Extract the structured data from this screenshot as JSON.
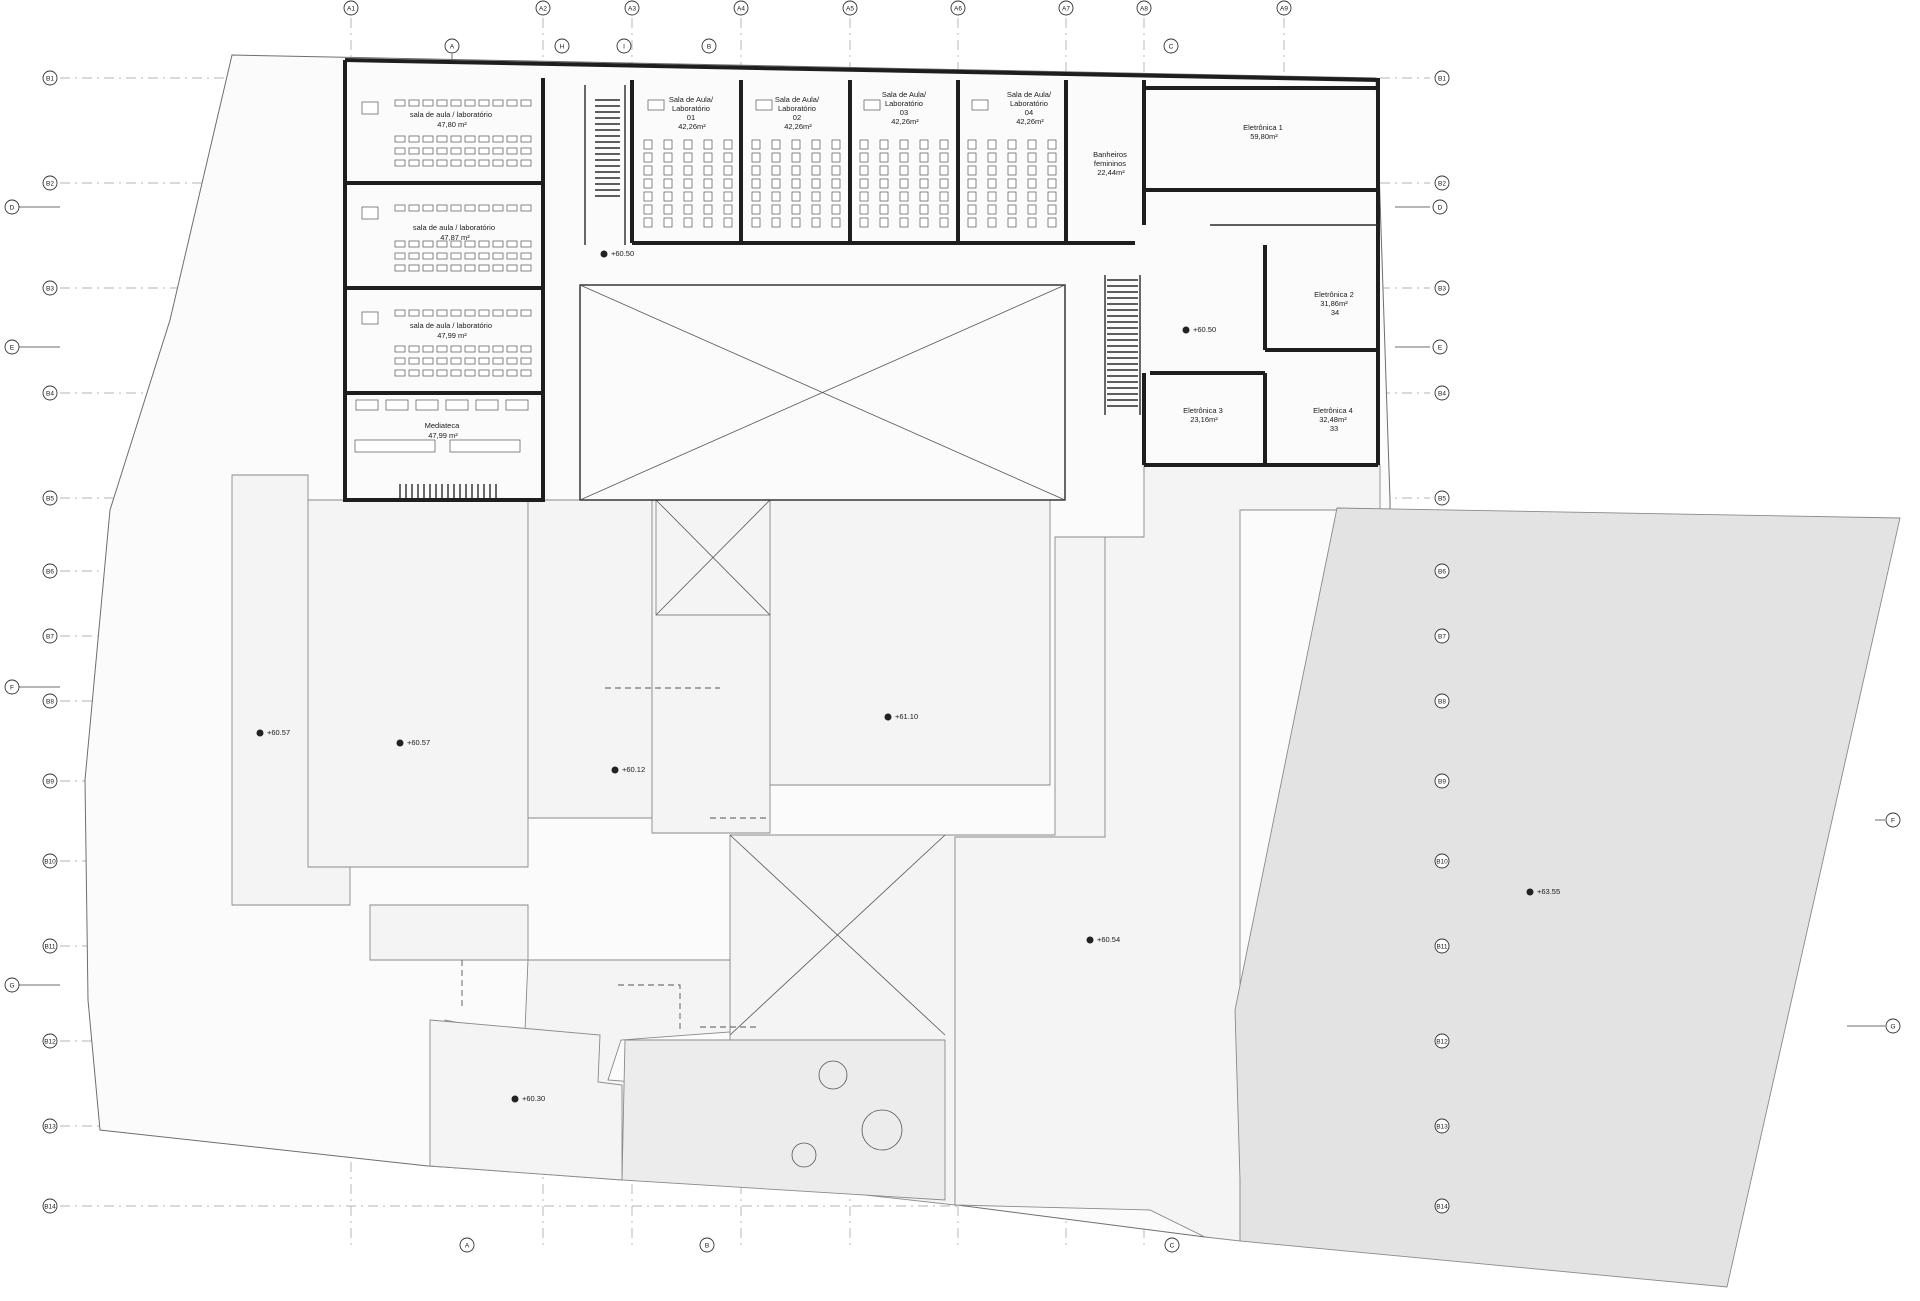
{
  "drawing": {
    "rooms": [
      {
        "id": "sala-aula-lab-1",
        "lines": [
          "sala de aula / laboratório",
          "47,80 m²"
        ]
      },
      {
        "id": "sala-aula-lab-2",
        "lines": [
          "sala de aula / laboratório",
          "47,87 m²"
        ]
      },
      {
        "id": "sala-aula-lab-3",
        "lines": [
          "sala de aula / laboratório",
          "47,99 m²"
        ]
      },
      {
        "id": "mediateca",
        "lines": [
          "Mediateca",
          "47,99 m²"
        ]
      },
      {
        "id": "sala-aula-01",
        "lines": [
          "Sala de Aula/",
          "Laboratório",
          "01",
          "42,26m²"
        ]
      },
      {
        "id": "sala-aula-02",
        "lines": [
          "Sala de Aula/",
          "Laboratório",
          "02",
          "42,26m²"
        ]
      },
      {
        "id": "sala-aula-03",
        "lines": [
          "Sala de Aula/",
          "Laboratório",
          "03",
          "42,26m²"
        ]
      },
      {
        "id": "sala-aula-04",
        "lines": [
          "Sala de Aula/",
          "Laboratório",
          "04",
          "42,26m²"
        ]
      },
      {
        "id": "banheiros",
        "lines": [
          "Banheiros",
          "femininos",
          "22,44m²"
        ]
      },
      {
        "id": "eletronica-1",
        "lines": [
          "Eletrônica 1",
          "59,80m²"
        ]
      },
      {
        "id": "eletronica-2",
        "lines": [
          "Eletrônica 2",
          "31,86m²",
          "34"
        ]
      },
      {
        "id": "eletronica-3",
        "lines": [
          "Eletrônica 3",
          "23,16m²"
        ]
      },
      {
        "id": "eletronica-4",
        "lines": [
          "Eletrônica 4",
          "32,48m²",
          "33"
        ]
      }
    ],
    "levels": [
      "+60.50",
      "+60.50",
      "+60.57",
      "+60.57",
      "+60.12",
      "+61.10",
      "+60.54",
      "+63.55",
      "+60.30"
    ],
    "axes_top": [
      "A1",
      "A2",
      "A3",
      "A4",
      "A5",
      "A6",
      "A7",
      "A8",
      "A9"
    ],
    "axes_left": [
      "B1",
      "B2",
      "B3",
      "B4",
      "B5",
      "B6",
      "B7",
      "B8",
      "B9",
      "B10",
      "B11",
      "B12",
      "B13",
      "B14"
    ],
    "axes_right": [
      "B1",
      "B2",
      "B3",
      "B4",
      "B5",
      "B6",
      "B7",
      "B8",
      "B9",
      "B10",
      "B11",
      "B12",
      "B13",
      "B14"
    ],
    "section_letters": [
      "A",
      "H",
      "I",
      "B",
      "C",
      "D",
      "E",
      "F",
      "G"
    ]
  }
}
